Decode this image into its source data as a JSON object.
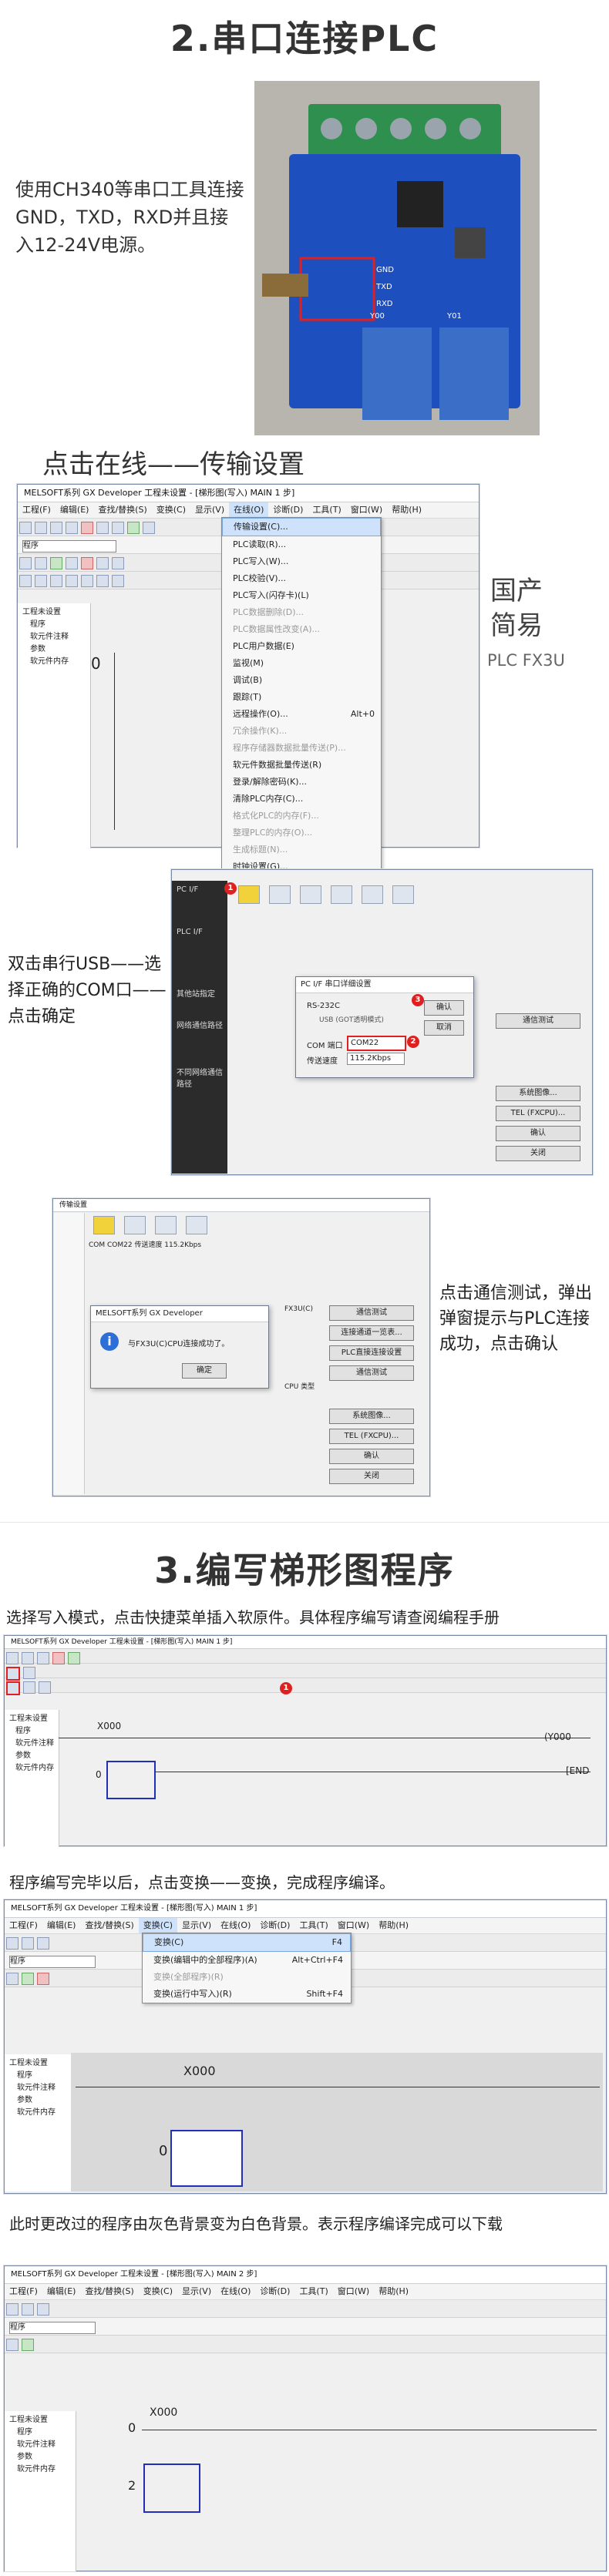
{
  "section2": {
    "title": "2.串口连接PLC",
    "instruction": "使用CH340等串口工具连接GND，TXD，RXD并且接入12-24V电源。",
    "board_labels": [
      "GND",
      "TXD",
      "RXD",
      "Y00",
      "Y01"
    ]
  },
  "step_online": {
    "caption": "点击在线——传输设置",
    "window_title": "MELSOFT系列 GX Developer 工程未设置 - [梯形图(写入)     MAIN    1 步]",
    "menubar": [
      "工程(F)",
      "编辑(E)",
      "查找/替换(S)",
      "变换(C)",
      "显示(V)",
      "在线(O)",
      "诊断(D)",
      "工具(T)",
      "窗口(W)",
      "帮助(H)"
    ],
    "dropdown_items": [
      "传输设置(C)...",
      "PLC读取(R)...",
      "PLC写入(W)...",
      "PLC校验(V)...",
      "PLC写入(闪存卡)(L)",
      "PLC数据删除(D)...",
      "PLC数据属性改变(A)...",
      "PLC用户数据(E)",
      "监视(M)",
      "调试(B)",
      "跟踪(T)",
      "远程操作(O)...",
      "冗余操作(K)...",
      "程序存储器数据批量传送(P)...",
      "软元件数据批量传送(R)",
      "登录/解除密码(K)...",
      "清除PLC内存(C)...",
      "格式化PLC的内存(F)...",
      "整理PLC的内存(O)...",
      "生成标题(N)...",
      "时钟设置(G)..."
    ],
    "dropdown_shortcut": "Alt+0",
    "tree": [
      "工程未设置",
      "程序",
      "软元件注释",
      "参数",
      "软元件内存"
    ],
    "ladder_step": "0",
    "mode_select": "程序",
    "side_label_line1": "国产",
    "side_label_line2": "简易",
    "side_label_line3": "PLC FX3U"
  },
  "step_serial": {
    "caption": "双击串行USB——选择正确的COM口——点击确定",
    "dialog_title": "PC I/F 串口详细设置",
    "rs232c_label": "RS-232C",
    "usb_note": "USB (GOT透明模式)",
    "com_label": "COM 端口",
    "com_value": "COM22",
    "speed_label": "传送速度",
    "speed_value": "115.2Kbps",
    "ok_label": "确认",
    "cancel_label": "取消",
    "badge1": "1",
    "badge2": "2",
    "badge3": "3",
    "left_labels": [
      "PC I/F",
      "PLC I/F",
      "其他站指定",
      "网络通信路径",
      "不同网络通信路径"
    ],
    "right_buttons": [
      "通信测试",
      "系统图像...",
      "TEL (FXCPU)...",
      "确认",
      "关闭"
    ]
  },
  "step_test": {
    "caption": "点击通信测试，弹出弹窗提示与PLC连接成功，点击确认",
    "popup_title": "MELSOFT系列 GX Developer",
    "popup_msg": "与FX3U(C)CPU连接成功了。",
    "popup_ok": "确定",
    "window_title": "传输设置",
    "com_row": "COM COM22  传送速度 115.2Kbps",
    "plc_type": "FX3U(C)",
    "cpu_type_label": "CPU 类型",
    "right_buttons": [
      "通信测试",
      "连接通道一览表...",
      "PLC直接连接设置",
      "通信测试",
      "系统图像...",
      "TEL (FXCPU)...",
      "确认",
      "关闭"
    ]
  },
  "section3": {
    "title": "3.编写梯形图程序",
    "instruction": "选择写入模式，点击快捷菜单插入软原件。具体程序编写请查阅编程手册",
    "window_title": "MELSOFT系列 GX Developer 工程未设置 - [梯形图(写入)     MAIN    1 步]",
    "contact_label": "X000",
    "coil_label": "(Y000",
    "end_label": "[END",
    "step_zero": "0",
    "badge": "1"
  },
  "step_convert": {
    "instruction": "程序编写完毕以后，点击变换——变换，完成程序编译。",
    "window_title": "MELSOFT系列 GX Developer 工程未设置 - [梯形图(写入)     MAIN    1 步]",
    "menubar": [
      "工程(F)",
      "编辑(E)",
      "查找/替换(S)",
      "变换(C)",
      "显示(V)",
      "在线(O)",
      "诊断(D)",
      "工具(T)",
      "窗口(W)",
      "帮助(H)"
    ],
    "dropdown_items": [
      "变换(C)",
      "变换(编辑中的全部程序)(A)",
      "变换(全部程序)(R)",
      "变换(运行中写入)(R)"
    ],
    "dropdown_shortcuts": [
      "F4",
      "Alt+Ctrl+F4",
      "",
      "Shift+F4"
    ],
    "contact_label": "X000",
    "step_zero": "0",
    "mode_select": "程序"
  },
  "step_done": {
    "instruction": "此时更改过的程序由灰色背景变为白色背景。表示程序编译完成可以下载",
    "window_title": "MELSOFT系列 GX Developer 工程未设置 - [梯形图(写入)     MAIN    2 步]",
    "contact_label": "X000",
    "step_zero": "0",
    "step_two": "2",
    "mode_select": "程序"
  },
  "colors": {
    "accent_red": "#e02020",
    "cursor_blue": "#2230b8",
    "board_blue": "#1e4fbf"
  }
}
